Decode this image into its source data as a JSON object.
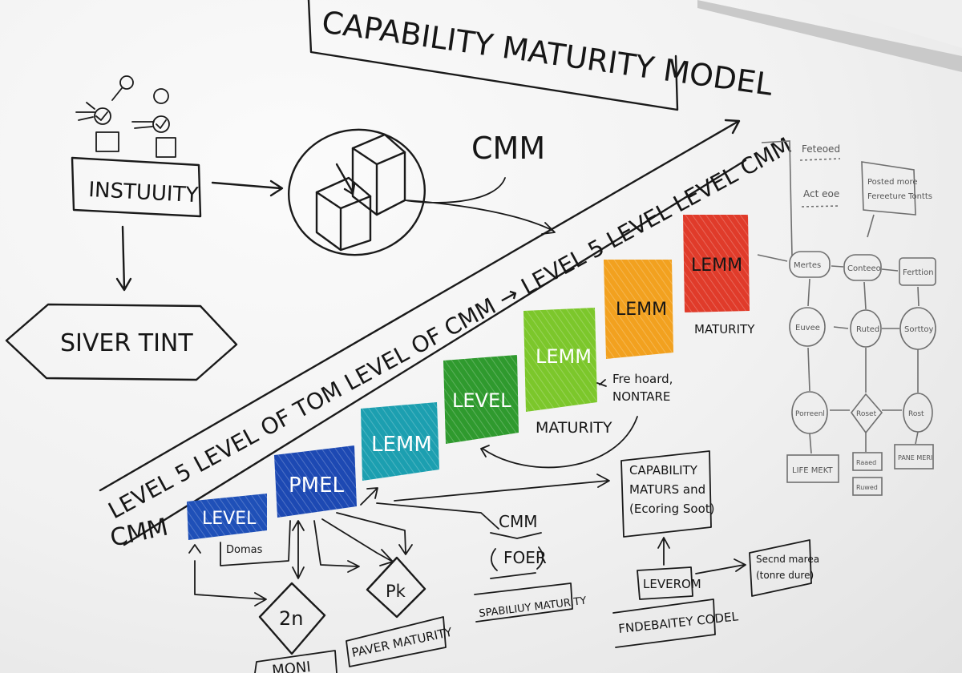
{
  "title": "CAPABILITY MATURITY MODEL",
  "subtitle": "CMM",
  "left": {
    "instuuity": "INSTUUITY",
    "siver_tint": "SIVER TINT"
  },
  "diagonal": {
    "line1": "LEVEL 5  LEVEL OF TOM   LEVEL OF CMM  →  LEVEL 5  LEVEL  LEVEL  CMM",
    "line2": "CMM"
  },
  "steps": [
    {
      "label": "LEVEL",
      "color": "#1f50b8"
    },
    {
      "label": "PMEL",
      "color": "#1d49b3"
    },
    {
      "label": "LEMM",
      "color": "#1c9fb0"
    },
    {
      "label": "LEVEL",
      "color": "#2f9a2e"
    },
    {
      "label": "LEMM",
      "color": "#7cc72b"
    },
    {
      "label": "LEMM",
      "color": "#f2a11f"
    },
    {
      "label": "LEMM",
      "color": "#e03b2a"
    }
  ],
  "annotations": {
    "maturity_red": "MATURITY",
    "maturity_green": "MATURITY",
    "fre_line1": "Fre hoard,",
    "fre_line2": "NONTARE",
    "domas": "Domas",
    "cmm_small": "CMM",
    "foer": "FOER",
    "spabiluy": "SPABILIUY MATURITY",
    "diamond1": "2n",
    "diamond2": "Pk",
    "paver": "PAVER MATURITY",
    "bottom_cut": "MONI",
    "cap_line1": "CAPABILITY",
    "cap_line2": "MATURS and",
    "cap_line3": "(Ecoring Soot)",
    "leverom": "LEVEROM",
    "fndebaitey": "FNDEBAITEY CODEL",
    "secnd_line1": "Secnd marea",
    "secnd_line2": "(tonre dure)"
  },
  "right_flow": {
    "top1": "Feteoed",
    "top2": "Act eoe",
    "box_line1": "Posted more",
    "box_line2": "Fereeture Tontts",
    "row1": [
      "Mertes",
      "Conteeo",
      "Ferttion"
    ],
    "row2": [
      "Euvee",
      "Ruted",
      "Sorttoy"
    ],
    "row3": [
      "Porreenl",
      "Roset",
      "Rost"
    ],
    "bottom": [
      "LIFE MEKT",
      "Raaed",
      "Ruwed",
      "PANE MERI"
    ]
  }
}
